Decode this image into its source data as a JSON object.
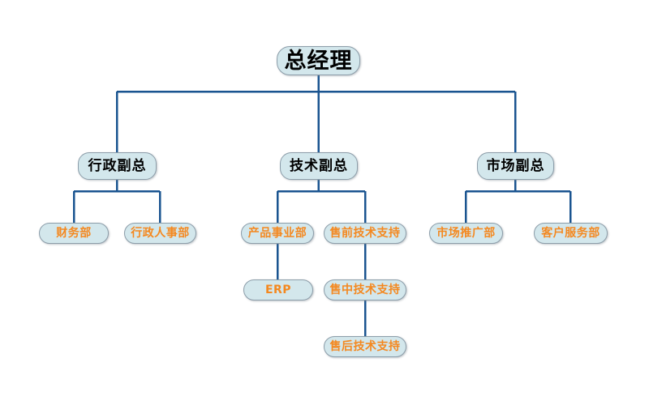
{
  "chart": {
    "title": "",
    "type": "org-chart",
    "colors": {
      "node_fill": "#d3e7ec",
      "node_border": "#8c9da9",
      "connector": "#1a5490",
      "root_text": "#000000",
      "vp_text": "#000000",
      "dept_text": "#f4881f",
      "background": "#ffffff"
    }
  },
  "nodes": {
    "root": {
      "label": "总经理",
      "level": 1
    },
    "vp_admin": {
      "label": "行政副总",
      "level": 2
    },
    "vp_tech": {
      "label": "技术副总",
      "level": 2
    },
    "vp_market": {
      "label": "市场副总",
      "level": 2
    },
    "dept_finance": {
      "label": "财务部",
      "level": 3
    },
    "dept_hr": {
      "label": "行政人事部",
      "level": 3
    },
    "dept_product": {
      "label": "产品事业部",
      "level": 3
    },
    "dept_presales": {
      "label": "售前技术支持",
      "level": 3
    },
    "dept_promotion": {
      "label": "市场推广部",
      "level": 3
    },
    "dept_service": {
      "label": "客户服务部",
      "level": 3
    },
    "dept_erp": {
      "label": "ERP",
      "level": 4
    },
    "dept_midsales": {
      "label": "售中技术支持",
      "level": 4
    },
    "dept_aftersales": {
      "label": "售后技术支持",
      "level": 5
    }
  }
}
